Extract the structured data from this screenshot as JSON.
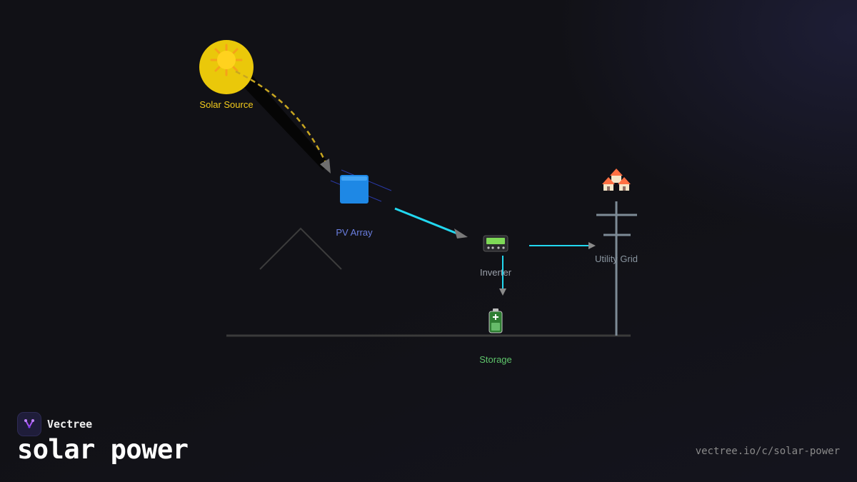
{
  "diagram": {
    "nodes": {
      "sun": {
        "label": "Solar Source",
        "icon": "sun-icon",
        "color": "#f4cc1c"
      },
      "pv": {
        "label": "PV Array",
        "icon": "solar-panel-icon",
        "color": "#6a7ee0"
      },
      "inverter": {
        "label": "Inverter",
        "icon": "inverter-icon",
        "color": "#9aa0aa"
      },
      "storage": {
        "label": "Storage",
        "icon": "battery-icon",
        "color": "#5ec46a"
      },
      "grid": {
        "label": "Utility Grid",
        "icon": "utility-pole-icon",
        "color": "#8a96a0"
      },
      "houses": {
        "icon": "houses-icon"
      }
    },
    "flows": [
      {
        "from": "sun",
        "to": "pv",
        "style": "dashed",
        "color": "#c8a620"
      },
      {
        "from": "pv",
        "to": "inverter",
        "style": "solid",
        "color": "#22d8f0"
      },
      {
        "from": "inverter",
        "to": "grid",
        "style": "solid",
        "color": "#22d8f0"
      },
      {
        "from": "inverter",
        "to": "storage",
        "style": "solid",
        "color": "#22d8f0"
      }
    ]
  },
  "branding": {
    "name": "Vectree",
    "title": "solar power",
    "url": "vectree.io/c/solar-power"
  }
}
